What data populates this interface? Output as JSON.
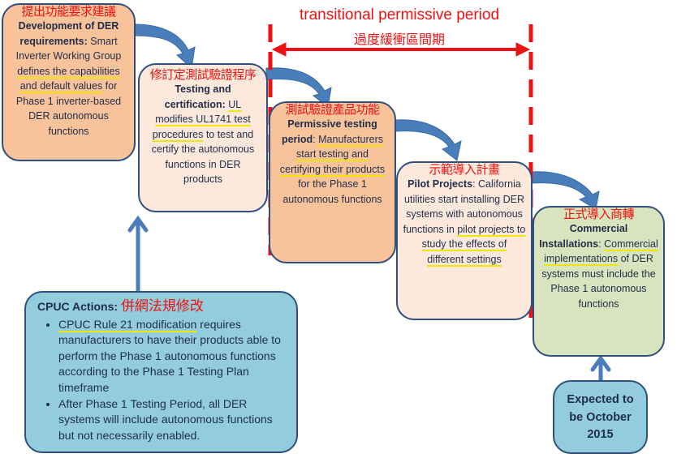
{
  "period": {
    "title": "transitional permissive period",
    "title_zh": "過度緩衝區間期"
  },
  "steps": [
    {
      "zh": "提出功能要求建議",
      "title": "Development of DER requirements:",
      "text_a": " Smart Inverter Working Group ",
      "text_u": "defines the capabilities and default values",
      "text_b": " for Phase 1 inverter-based DER autonomous functions"
    },
    {
      "zh": "修訂定測試驗證程序",
      "title": "Testing and certification:",
      "text_a": " ",
      "text_u": "UL modifies UL1741 test procedures",
      "text_b": " to test and certify the autonomous functions in DER products"
    },
    {
      "zh": "測試驗證產品功能",
      "title": "Permissive testing period",
      "text_a": ": ",
      "text_u": "Manufacturers start testing and certifying their products",
      "text_b": " for the Phase 1 autonomous functions"
    },
    {
      "zh": "示範導入計畫",
      "title": "Pilot Projects",
      "text_a": ": California utilities start installing DER systems with autonomous functions in ",
      "text_u": "pilot projects to study the effects of different settings",
      "text_b": ""
    },
    {
      "zh": "正式導入商轉",
      "title": "Commercial Installations",
      "text_a": ": ",
      "text_u": "Commercial implementations",
      "text_b": " of DER systems must include the Phase 1 autonomous functions"
    }
  ],
  "cpuc": {
    "title": "CPUC Actions:",
    "title_zh": "併網法規修改",
    "bullets": [
      {
        "u": "CPUC Rule 21 modification",
        "rest": " requires manufacturers to have their products able to perform the Phase 1 autonomous functions according to the Phase 1 Testing Plan timeframe"
      },
      {
        "u": "",
        "rest": "After Phase 1 Testing Period, all DER systems will include autonomous functions but not necessarily enabled."
      }
    ]
  },
  "expected": {
    "text": "Expected to be October 2015"
  },
  "colors": {
    "accent_red": "#ee1111",
    "arrow_blue": "#4a7ebb",
    "border_navy": "#2f4f7f",
    "highlight_yellow": "#f2e600"
  }
}
